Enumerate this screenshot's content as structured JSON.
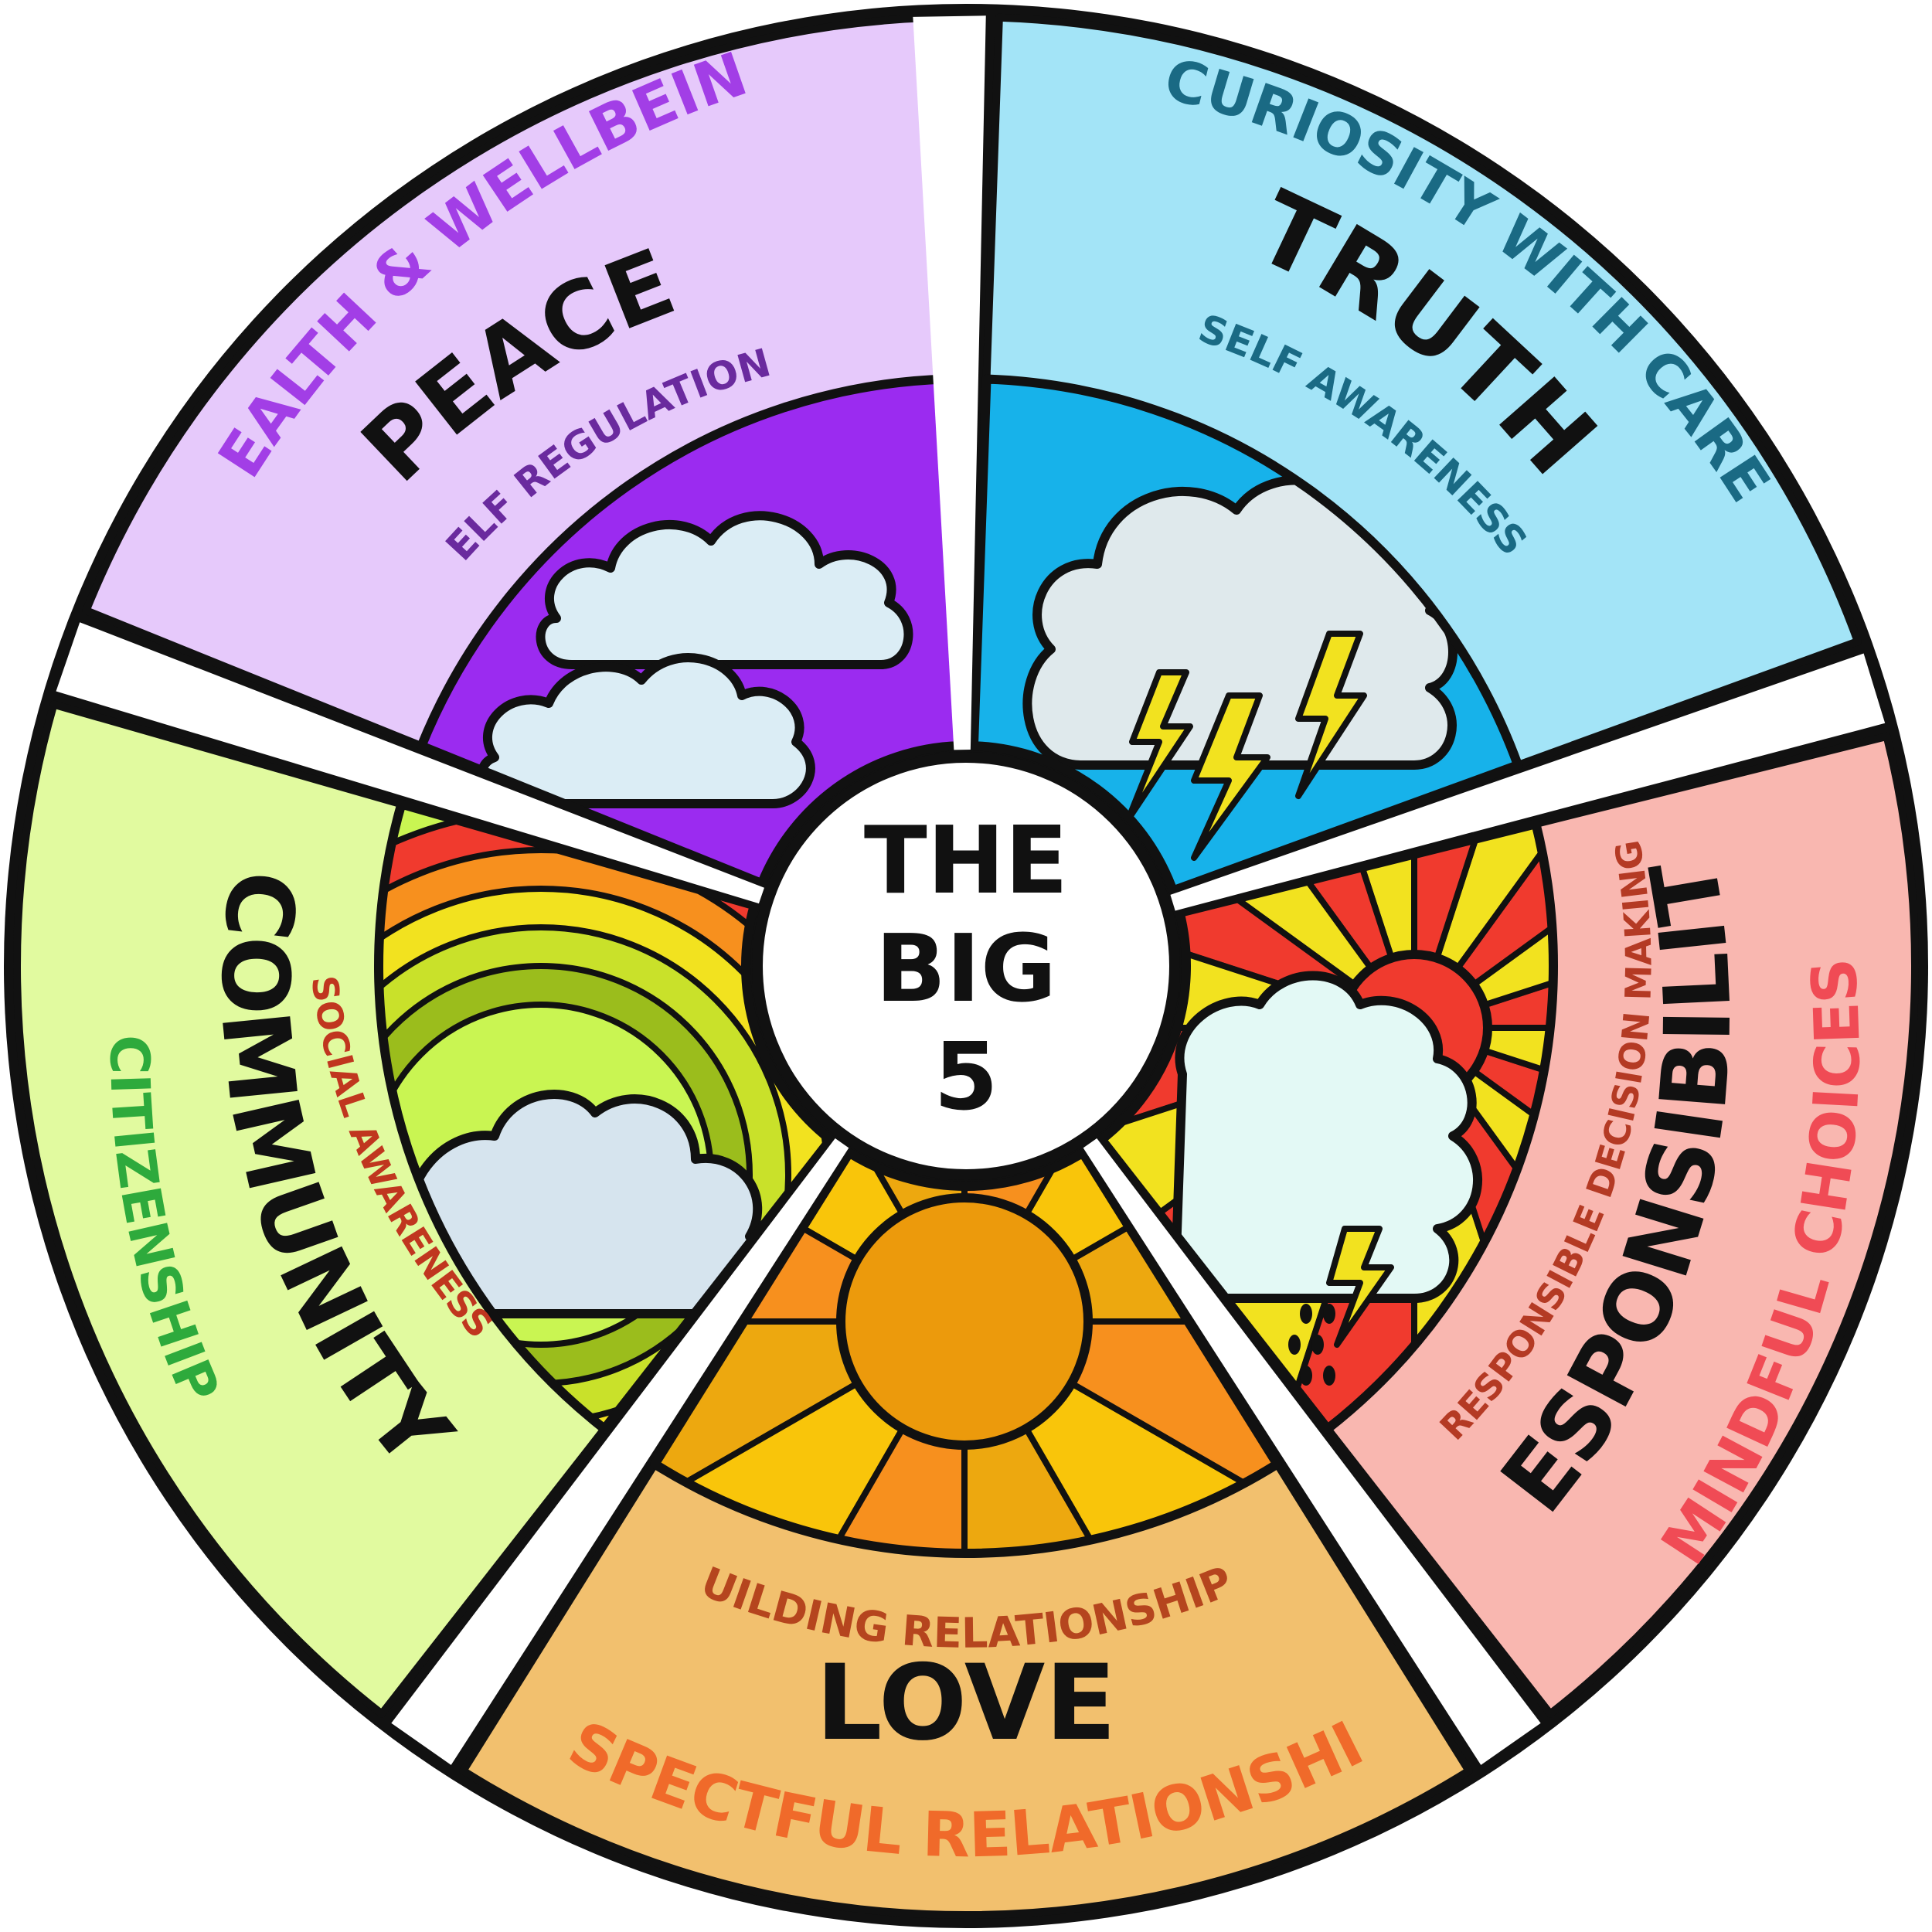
{
  "center": {
    "line1": "THE",
    "line2": "BIG",
    "line3": "5"
  },
  "segments": {
    "peace": {
      "outer": "HEALTH & WELLBEING",
      "title": "PEACE",
      "sub": "SELF REGULATION",
      "colors": {
        "outer": "#e6c9fb",
        "inner": "#9b2bf0",
        "outer_text": "#a23ee6",
        "sub_text": "#6a2a9e"
      }
    },
    "truth": {
      "outer": "CURIOSITY WITH CARE",
      "title": "TRUTH",
      "sub": "SELF AWARENESS",
      "colors": {
        "outer": "#a3e4f7",
        "inner": "#17b2ea",
        "outer_text": "#1a6a84",
        "sub_text": "#1a6a84"
      }
    },
    "responsibility": {
      "outer": "MINDFUL CHOICES",
      "title": "RESPONSIBILITY",
      "sub": "RESPONSIBLE DECISION MAKING",
      "colors": {
        "outer": "#f9b7b0",
        "inner": "#f03a2e",
        "outer_text": "#f04b55",
        "sub_text": "#b43a24"
      }
    },
    "love": {
      "outer": "RESPECTFUL RELATIONSHIPS",
      "title": "LOVE",
      "sub": "BUILDING RELATIONSHIPS",
      "colors": {
        "outer": "#f2c06e",
        "inner": "#f7901e",
        "outer_text": "#f06a2a",
        "sub_text": "#b5451e"
      }
    },
    "community": {
      "outer": "CITIZENSHIP",
      "title": "COMMUNITY",
      "sub": "SOCIAL AWARENESS",
      "colors": {
        "outer": "#e1fa9f",
        "inner": "#c9f552",
        "outer_text": "#2eaa3c",
        "sub_text": "#c0361f"
      }
    }
  }
}
